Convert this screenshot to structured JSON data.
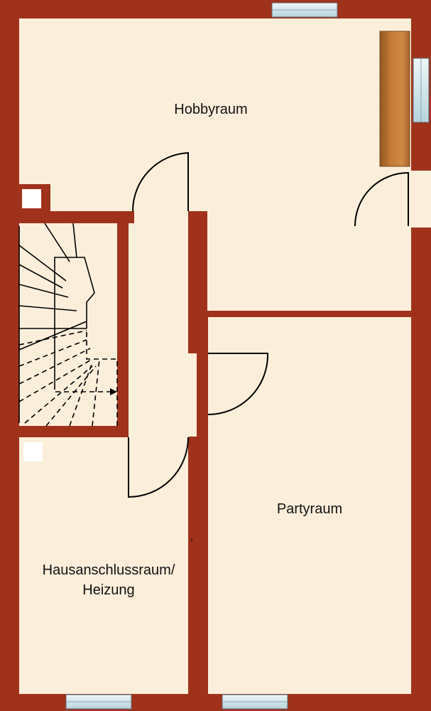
{
  "rooms": {
    "hobby": "Hobbyraum",
    "party": "Partyraum",
    "utility_line1": "Hausanschlussraum/",
    "utility_line2": "Heizung"
  },
  "colors": {
    "wall": "#a0321c",
    "floor": "#fbefdb",
    "window_glass": "#cfe3ea",
    "wood_panel": "#c27a36",
    "line": "#000000"
  },
  "icons": {
    "stair": "staircase-icon",
    "door": "door-swing-icon",
    "window": "window-icon",
    "wood": "wood-panel-icon"
  }
}
